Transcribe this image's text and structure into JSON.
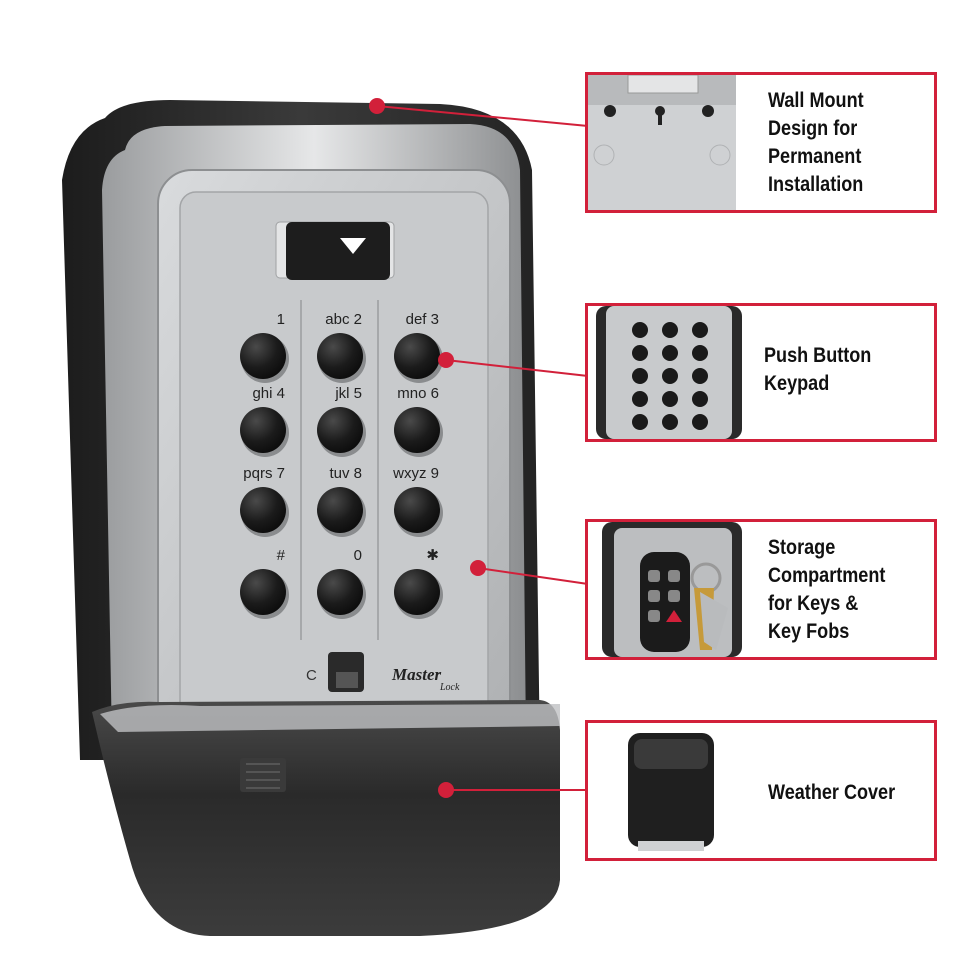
{
  "product": {
    "brand_top": "Master",
    "brand_bottom": "Lock",
    "reset_letter": "C",
    "keypad": [
      {
        "letters": "",
        "digit": "1"
      },
      {
        "letters": "abc",
        "digit": "2"
      },
      {
        "letters": "def",
        "digit": "3"
      },
      {
        "letters": "ghi",
        "digit": "4"
      },
      {
        "letters": "jkl",
        "digit": "5"
      },
      {
        "letters": "mno",
        "digit": "6"
      },
      {
        "letters": "pqrs",
        "digit": "7"
      },
      {
        "letters": "tuv",
        "digit": "8"
      },
      {
        "letters": "wxyz",
        "digit": "9"
      },
      {
        "letters": "",
        "digit": "#"
      },
      {
        "letters": "",
        "digit": "0"
      },
      {
        "letters": "",
        "digit": "✱"
      }
    ]
  },
  "callouts": [
    {
      "id": "wall-mount",
      "label": "Wall Mount\nDesign for\nPermanent\nInstallation"
    },
    {
      "id": "keypad",
      "label": "Push Button\nKeypad"
    },
    {
      "id": "storage",
      "label": "Storage\nCompartment\nfor Keys &\nKey Fobs"
    },
    {
      "id": "weather-cover",
      "label": "Weather Cover"
    }
  ],
  "colors": {
    "accent_red": "#d2203a",
    "housing_black": "#2b2b2b",
    "faceplate_silver": "#c9cbcd",
    "button_black": "#1a1a1a"
  }
}
